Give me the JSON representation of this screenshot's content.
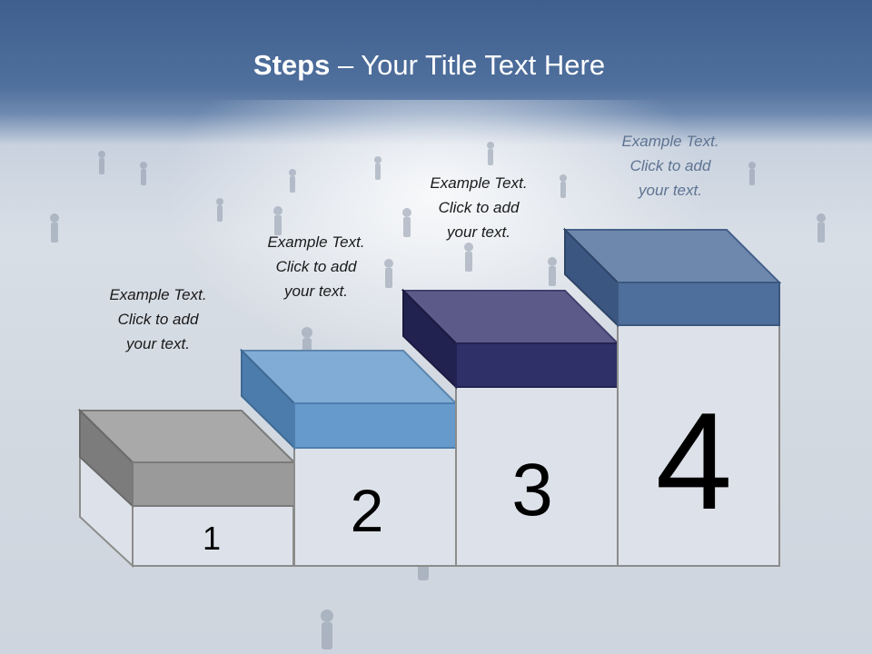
{
  "title": {
    "bold": "Steps",
    "rest": " – Your Title Text Here"
  },
  "steps": [
    {
      "number": "1",
      "caption": [
        "Example Text.",
        "Click  to add",
        "your text."
      ],
      "color": "#9a9a9a"
    },
    {
      "number": "2",
      "caption": [
        "Example Text.",
        "Click  to add",
        "your text."
      ],
      "color": "#6699cc"
    },
    {
      "number": "3",
      "caption": [
        "Example Text.",
        "Click  to add",
        "your text."
      ],
      "color": "#2f3068"
    },
    {
      "number": "4",
      "caption": [
        "Example Text.",
        "Click  to add",
        "your text."
      ],
      "color": "#4e6e9b"
    }
  ]
}
